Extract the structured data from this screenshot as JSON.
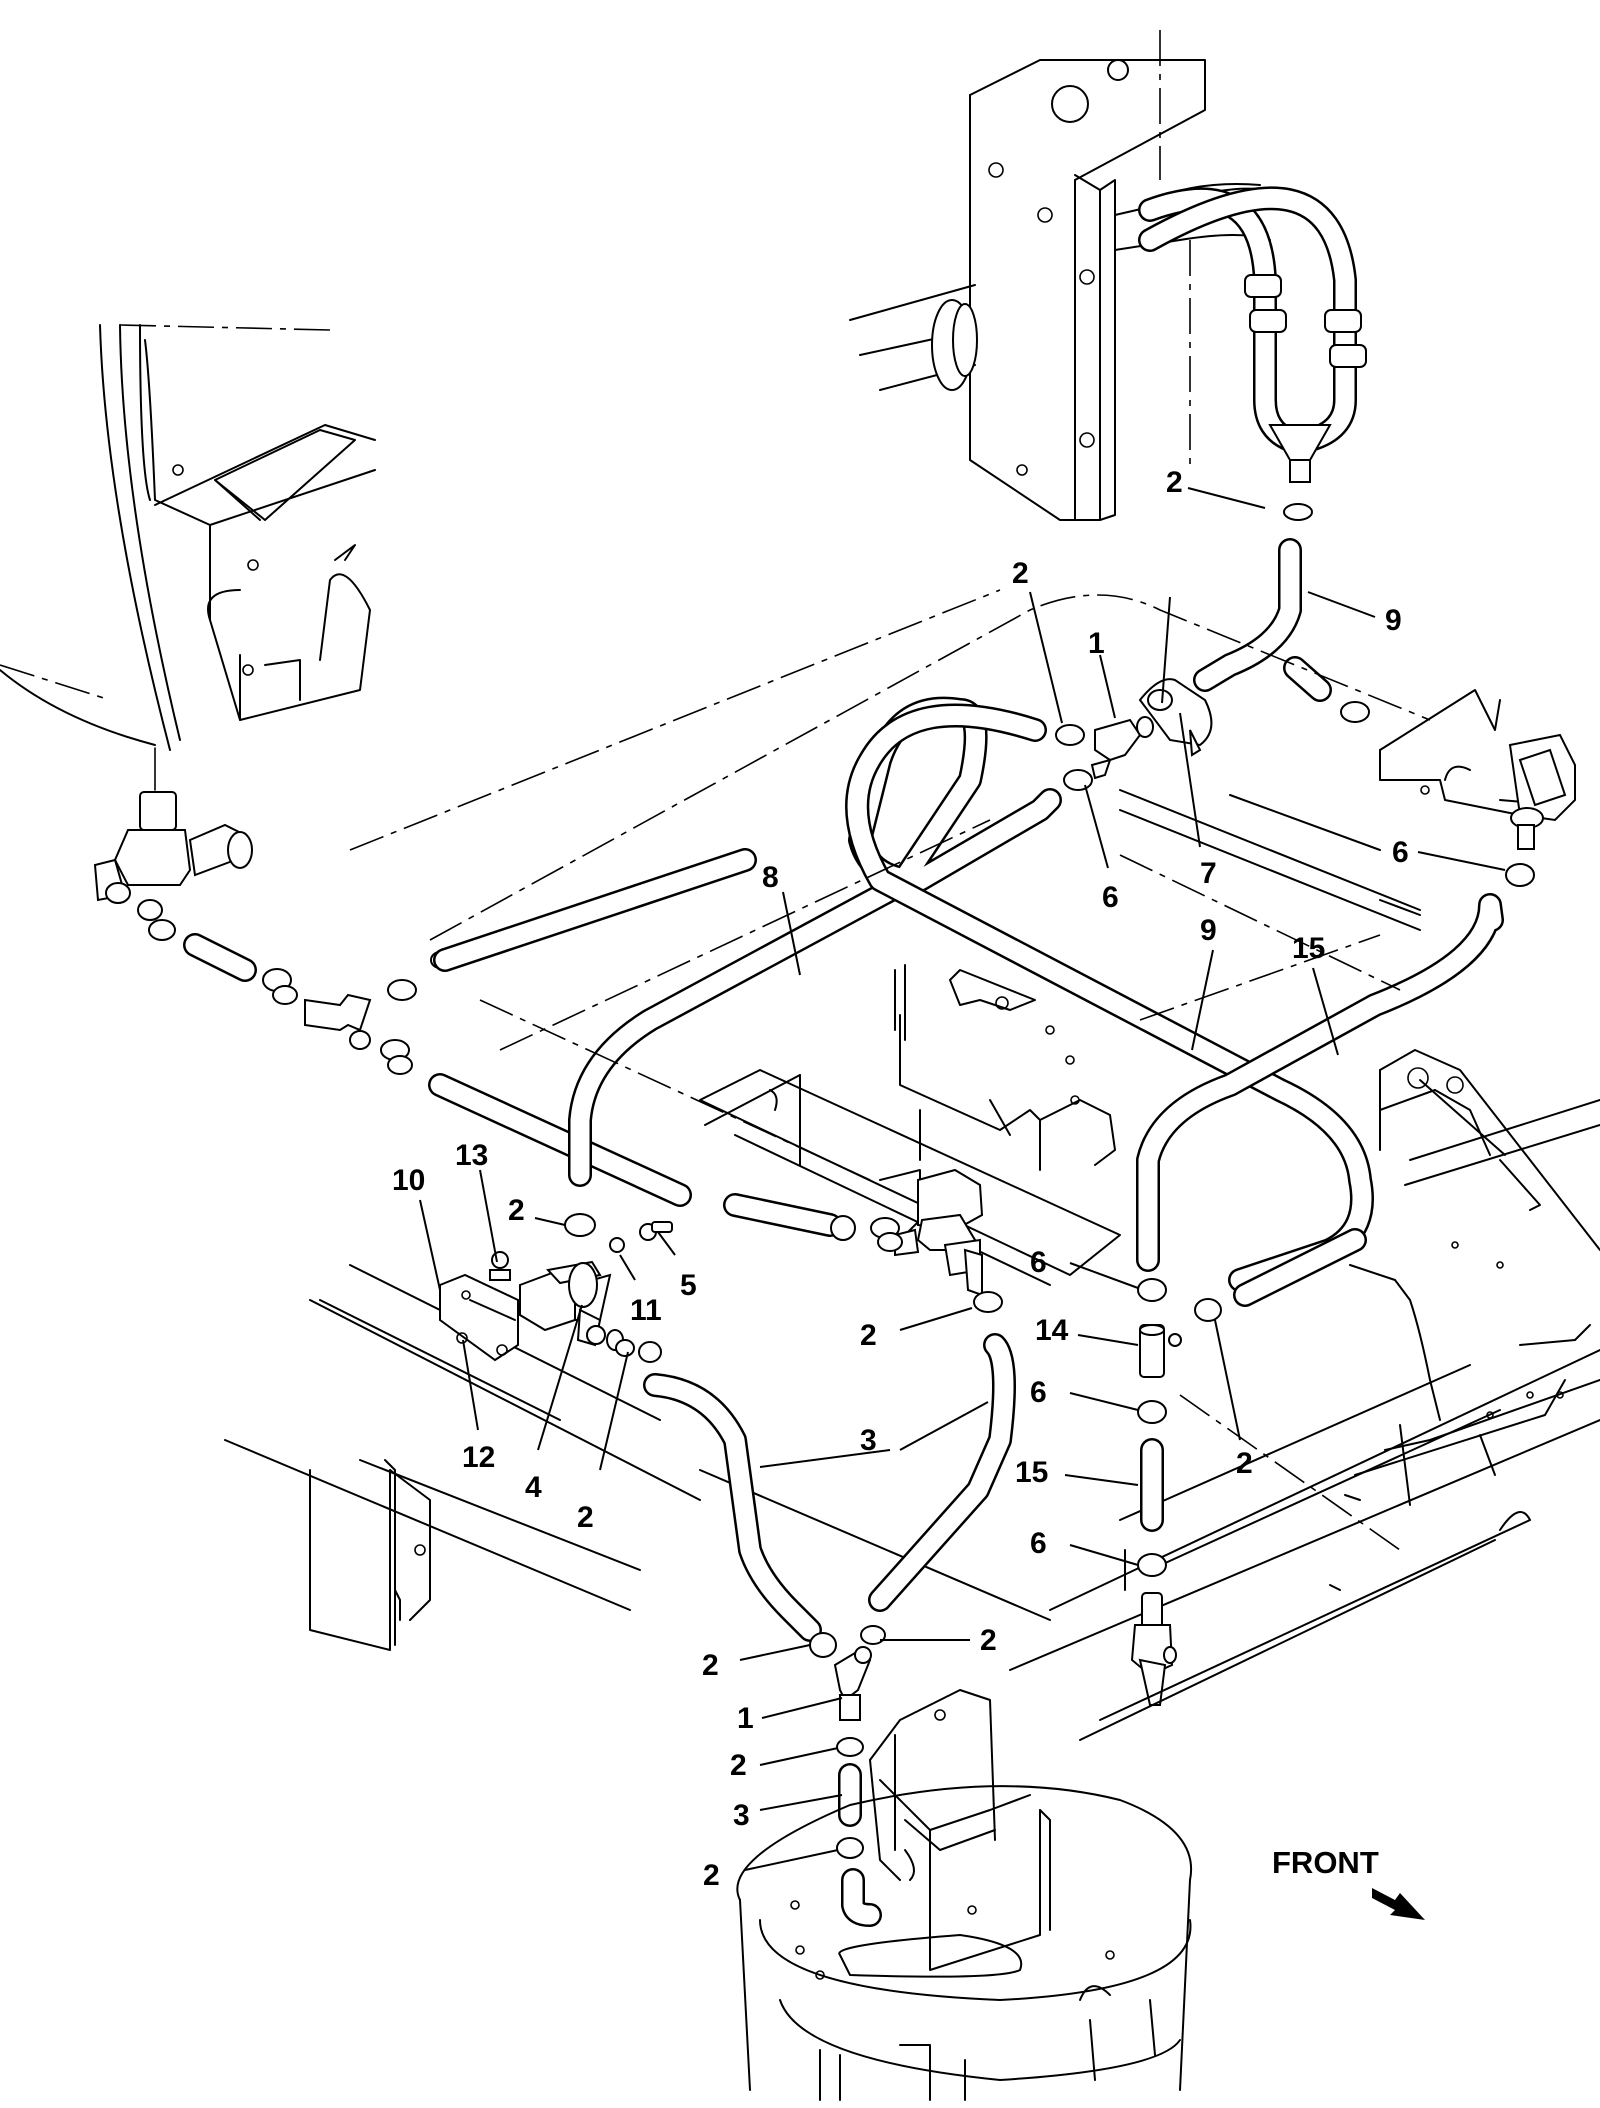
{
  "diagram": {
    "front_label": "FRONT",
    "callouts": [
      {
        "id": "c-2-top",
        "text": "2"
      },
      {
        "id": "c-9-top",
        "text": "9"
      },
      {
        "id": "c-2-mid",
        "text": "2"
      },
      {
        "id": "c-1-top",
        "text": "1"
      },
      {
        "id": "c-7",
        "text": "7"
      },
      {
        "id": "c-6-mid",
        "text": "6"
      },
      {
        "id": "c-6-right",
        "text": "6"
      },
      {
        "id": "c-8",
        "text": "8"
      },
      {
        "id": "c-9-mid",
        "text": "9"
      },
      {
        "id": "c-15-top",
        "text": "15"
      },
      {
        "id": "c-13",
        "text": "13"
      },
      {
        "id": "c-10",
        "text": "10"
      },
      {
        "id": "c-2-left",
        "text": "2"
      },
      {
        "id": "c-5",
        "text": "5"
      },
      {
        "id": "c-11",
        "text": "11"
      },
      {
        "id": "c-12",
        "text": "12"
      },
      {
        "id": "c-4",
        "text": "4"
      },
      {
        "id": "c-2-lower",
        "text": "2"
      },
      {
        "id": "c-6-a",
        "text": "6"
      },
      {
        "id": "c-14",
        "text": "14"
      },
      {
        "id": "c-2-center",
        "text": "2"
      },
      {
        "id": "c-6-b",
        "text": "6"
      },
      {
        "id": "c-3-mid",
        "text": "3"
      },
      {
        "id": "c-15-low",
        "text": "15"
      },
      {
        "id": "c-2-right",
        "text": "2"
      },
      {
        "id": "c-6-c",
        "text": "6"
      },
      {
        "id": "c-2-ylow-r",
        "text": "2"
      },
      {
        "id": "c-2-ylow-l",
        "text": "2"
      },
      {
        "id": "c-1-low",
        "text": "1"
      },
      {
        "id": "c-2-bot1",
        "text": "2"
      },
      {
        "id": "c-3-low",
        "text": "3"
      },
      {
        "id": "c-2-bot2",
        "text": "2"
      }
    ]
  }
}
